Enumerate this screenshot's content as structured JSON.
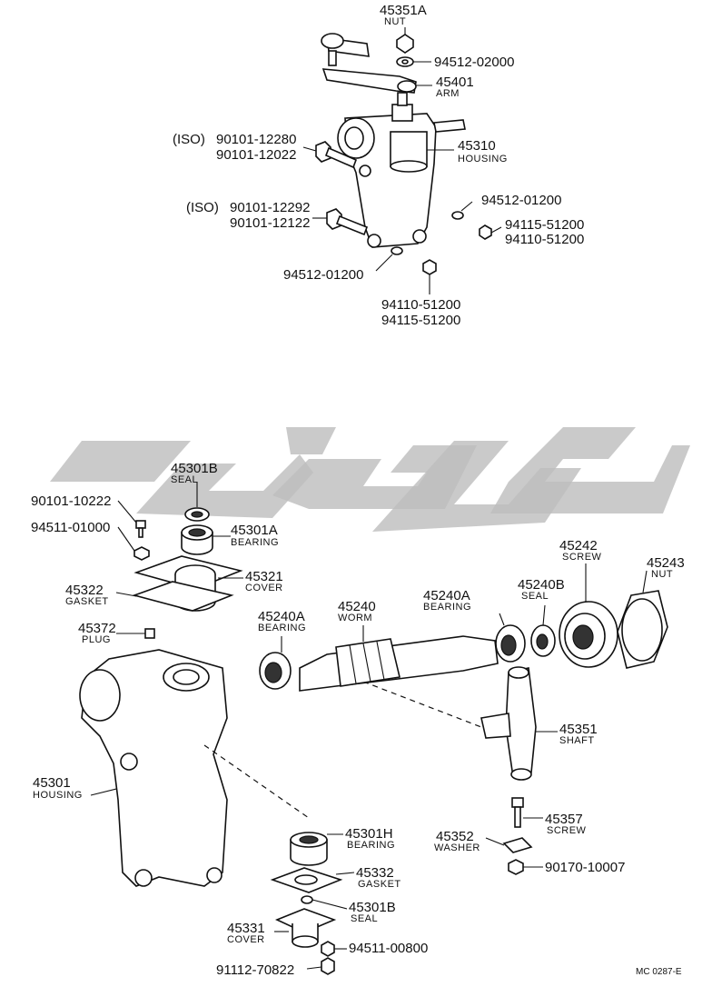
{
  "colors": {
    "ink": "#111111",
    "watermark": "#bdbdbd",
    "background": "#ffffff"
  },
  "upper_assembly": {
    "label_45351A": {
      "code": "45351A",
      "name": "NUT"
    },
    "label_94512_02000": {
      "code": "94512-02000"
    },
    "label_45401": {
      "code": "45401",
      "name": "ARM"
    },
    "label_iso_1": {
      "prefix": "(ISO)",
      "code": "90101-12280"
    },
    "label_90101_12022": {
      "code": "90101-12022"
    },
    "label_45310": {
      "code": "45310",
      "name": "HOUSING"
    },
    "label_94512_01200_a": {
      "code": "94512-01200"
    },
    "label_iso_2": {
      "prefix": "(ISO)",
      "code": "90101-12292"
    },
    "label_90101_12122": {
      "code": "90101-12122"
    },
    "label_94115_51200_a": {
      "code": "94115-51200"
    },
    "label_94110_51200_a": {
      "code": "94110-51200"
    },
    "label_94512_01200_b": {
      "code": "94512-01200"
    },
    "label_94110_51200_b": {
      "code": "94110-51200"
    },
    "label_94115_51200_b": {
      "code": "94115-51200"
    }
  },
  "lower_assembly": {
    "label_45301B_top": {
      "code": "45301B",
      "name": "SEAL"
    },
    "label_90101_10222": {
      "code": "90101-10222"
    },
    "label_45301A": {
      "code": "45301A",
      "name": "BEARING"
    },
    "label_94511_01000": {
      "code": "94511-01000"
    },
    "label_45321": {
      "code": "45321",
      "name": "COVER"
    },
    "label_45322": {
      "code": "45322",
      "name": "GASKET"
    },
    "label_45372": {
      "code": "45372",
      "name": "PLUG"
    },
    "label_45242": {
      "code": "45242",
      "name": "SCREW"
    },
    "label_45243": {
      "code": "45243",
      "name": "NUT"
    },
    "label_45240B": {
      "code": "45240B",
      "name": "SEAL"
    },
    "label_45240A_right": {
      "code": "45240A",
      "name": "BEARING"
    },
    "label_45240": {
      "code": "45240",
      "name": "WORM"
    },
    "label_45240A_left": {
      "code": "45240A",
      "name": "BEARING"
    },
    "label_45351": {
      "code": "45351",
      "name": "SHAFT"
    },
    "label_45301": {
      "code": "45301",
      "name": "HOUSING"
    },
    "label_45357": {
      "code": "45357",
      "name": "SCREW"
    },
    "label_45352": {
      "code": "45352",
      "name": "WASHER"
    },
    "label_90170_10007": {
      "code": "90170-10007"
    },
    "label_45301H": {
      "code": "45301H",
      "name": "BEARING"
    },
    "label_45332": {
      "code": "45332",
      "name": "GASKET"
    },
    "label_45301B_bottom": {
      "code": "45301B",
      "name": "SEAL"
    },
    "label_45331": {
      "code": "45331",
      "name": "COVER"
    },
    "label_94511_00800": {
      "code": "94511-00800"
    },
    "label_91112_70822": {
      "code": "91112-70822"
    }
  },
  "reference": "MC 0287-E"
}
